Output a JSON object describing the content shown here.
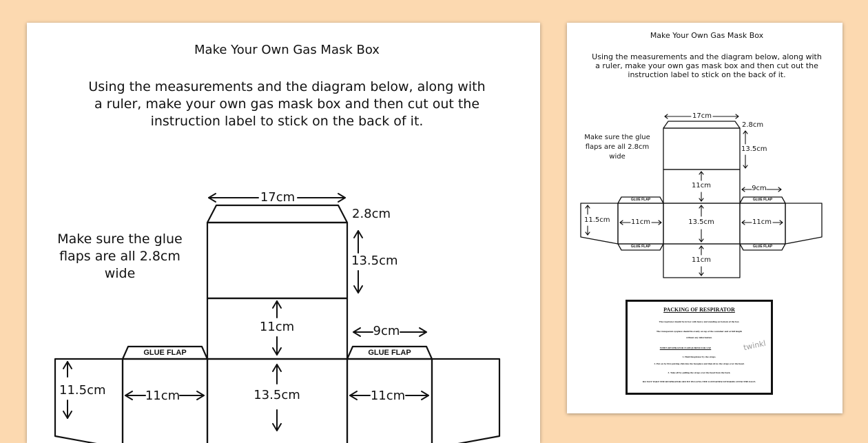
{
  "big_sheet": {
    "title": "Make Your Own Gas Mask Box",
    "instructions": [
      "Using the measurements and the diagram below, along with",
      "a ruler, make your own gas mask box and then cut out the",
      "instruction label to stick on the back of it."
    ],
    "note": [
      "Make sure the glue",
      "flaps are all 2.8cm",
      "wide"
    ],
    "dims": {
      "width_top": "17cm",
      "flap_height": "2.8cm",
      "lid_height": "13.5cm",
      "top_face": "11cm",
      "side_flap_width": "9cm",
      "side_height": "11.5cm",
      "left_width": "11cm",
      "center_height": "13.5cm",
      "right_width": "11cm"
    },
    "glue_flaps": [
      "GLUE FLAP",
      "GLUE FLAP"
    ]
  },
  "small_sheet": {
    "title": "Make Your Own Gas Mask Box",
    "instructions": [
      "Using the measurements and the diagram below, along with",
      "a ruler, make your own gas mask box and then cut out the",
      "instruction label to stick on the back of it."
    ],
    "note": [
      "Make sure the glue",
      "flaps are all 2.8cm",
      "wide"
    ],
    "dims": {
      "width_top": "17cm",
      "flap_height": "2.8cm",
      "lid_height": "13.5cm",
      "top_face": "11cm",
      "side_flap_width": "9cm",
      "side_height": "11.5cm",
      "left_width": "11cm",
      "center_height": "13.5cm",
      "right_width": "11cm",
      "bottom_face": "11cm"
    },
    "glue_flaps": [
      "GLUE FLAP",
      "GLUE FLAP",
      "GLUE FLAP",
      "GLUE FLAP"
    ],
    "label": {
      "heading": "PACKING OF RESPIRATOR",
      "line1": "The respirator should be in box with heavy end standing on bottom of the box.",
      "line2": "The transparent eyepiece should lie evenly on top of the container and at full length",
      "line3": "without any deformation.",
      "subheading": "WHEN RESPIRATOR IS REQUIRED FOR USE",
      "step1": "1. Hold Respirator by the straps.",
      "step2": "2. Put on by first putting chin into the facepiece and then draw the straps over the head.",
      "step3": "3. Take off by pulling the straps over the head from the back.",
      "warning": "DO NOT TAKE THE RESPIRATOR OFF BY PULLING THE CONTAINER UPWARDS OVER THE FACE.",
      "watermark": "twinkl"
    }
  }
}
